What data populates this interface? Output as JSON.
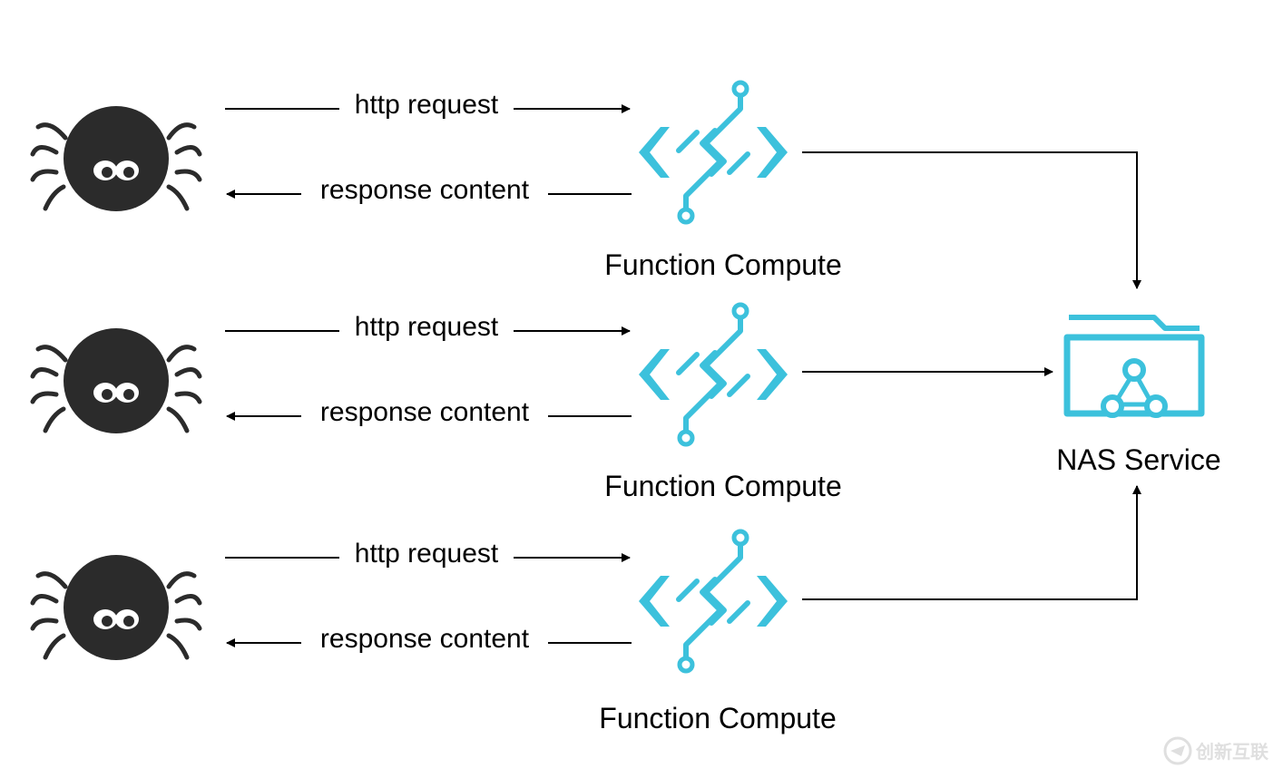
{
  "diagram": {
    "rows": [
      {
        "crawler_icon": "spider-icon",
        "request_label": "http request",
        "response_label": "response content",
        "function_label": "Function Compute",
        "function_icon": "function-compute-icon"
      },
      {
        "crawler_icon": "spider-icon",
        "request_label": "http request",
        "response_label": "response content",
        "function_label": "Function Compute",
        "function_icon": "function-compute-icon"
      },
      {
        "crawler_icon": "spider-icon",
        "request_label": "http request",
        "response_label": "response content",
        "function_label": "Function Compute",
        "function_icon": "function-compute-icon"
      }
    ],
    "nas": {
      "label": "NAS Service",
      "icon": "nas-folder-icon"
    },
    "colors": {
      "spider": "#2b2b2b",
      "accent": "#3cc1dc",
      "line": "#000000"
    }
  },
  "watermark": {
    "text": "创新互联"
  }
}
